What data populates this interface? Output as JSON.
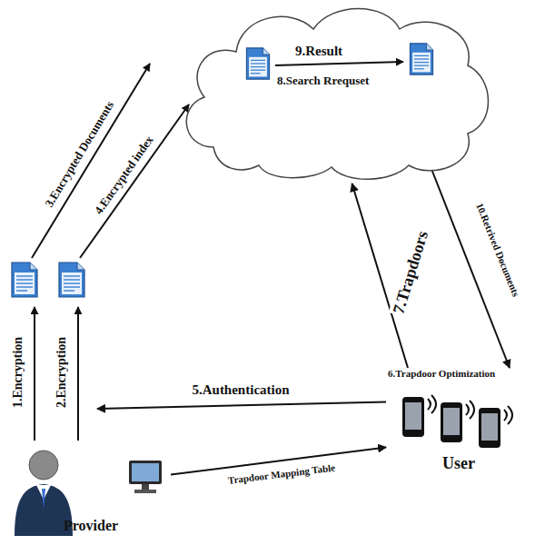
{
  "diagram": {
    "nodes": [
      {
        "text": [
          "9.Result",
          "8.Search Rrequset"
        ]
      },
      {
        "text": [
          "Provider"
        ]
      },
      {
        "text": [
          "6.Trapdoor Optimization",
          "User"
        ]
      }
    ],
    "edges": [
      {
        "from": 2,
        "to": 1,
        "label": "5.Authentication",
        "arrow": "to"
      },
      {
        "from": 1,
        "to": 2,
        "label": "Trapdoor Mapping Table",
        "arrow": "to"
      },
      {
        "from": 2,
        "to": 0,
        "label": "7.Trapdoors",
        "arrow": "to"
      },
      {
        "from": 0,
        "to": 2,
        "label": "10.Retrived Documents",
        "arrow": "to"
      }
    ],
    "labels": [
      "1.Encryption",
      "2.Encryption",
      "3.Encrypted Documents",
      "4.Encrypted index"
    ]
  }
}
